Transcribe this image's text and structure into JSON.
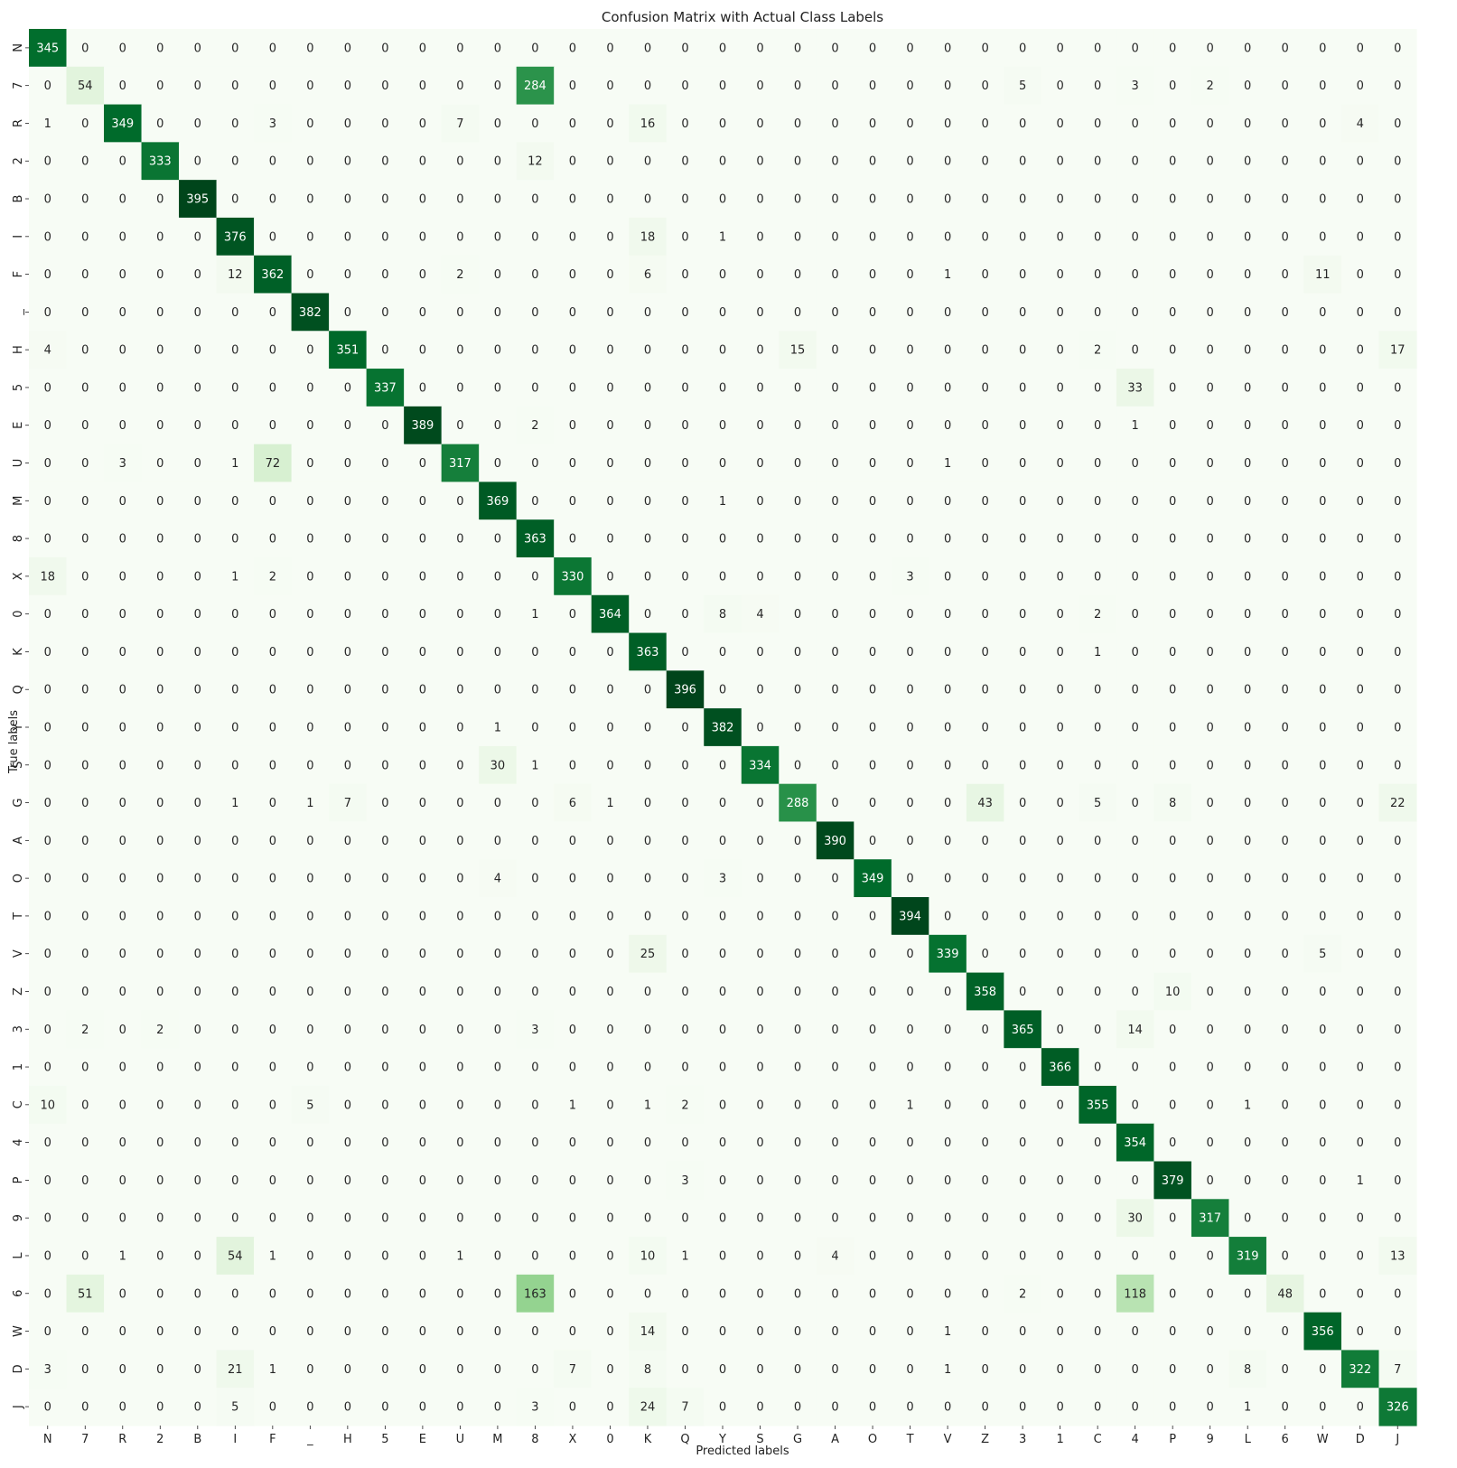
{
  "chart_data": {
    "type": "heatmap",
    "title": "Confusion Matrix with Actual Class Labels",
    "xlabel": "Predicted labels",
    "ylabel": "True labels",
    "colormap": "Greens",
    "color_low": "#f7fcf5",
    "color_high": "#00441b",
    "vmin": 0,
    "vmax": 396,
    "colorbar": false,
    "row_labels": [
      "N",
      "7",
      "R",
      "2",
      "B",
      "I",
      "F",
      "_",
      "H",
      "5",
      "E",
      "U",
      "M",
      "8",
      "X",
      "0",
      "K",
      "Q",
      "Y",
      "S",
      "G",
      "A",
      "O",
      "T",
      "V",
      "Z",
      "3",
      "1",
      "C",
      "4",
      "P",
      "9",
      "L",
      "6",
      "W",
      "D",
      "J"
    ],
    "col_labels": [
      "N",
      "7",
      "R",
      "2",
      "B",
      "I",
      "F",
      "_",
      "H",
      "5",
      "E",
      "U",
      "M",
      "8",
      "X",
      "0",
      "K",
      "Q",
      "Y",
      "S",
      "G",
      "A",
      "O",
      "T",
      "V",
      "Z",
      "3",
      "1",
      "C",
      "4",
      "P",
      "9",
      "L",
      "6",
      "W",
      "D",
      "J"
    ],
    "values": [
      [
        345,
        0,
        0,
        0,
        0,
        0,
        0,
        0,
        0,
        0,
        0,
        0,
        0,
        0,
        0,
        0,
        0,
        0,
        0,
        0,
        0,
        0,
        0,
        0,
        0,
        0,
        0,
        0,
        0,
        0,
        0,
        0,
        0,
        0,
        0,
        0,
        0
      ],
      [
        0,
        54,
        0,
        0,
        0,
        0,
        0,
        0,
        0,
        0,
        0,
        0,
        0,
        284,
        0,
        0,
        0,
        0,
        0,
        0,
        0,
        0,
        0,
        0,
        0,
        0,
        5,
        0,
        0,
        3,
        0,
        2,
        0,
        0,
        0,
        0,
        0
      ],
      [
        1,
        0,
        349,
        0,
        0,
        0,
        3,
        0,
        0,
        0,
        0,
        7,
        0,
        0,
        0,
        0,
        16,
        0,
        0,
        0,
        0,
        0,
        0,
        0,
        0,
        0,
        0,
        0,
        0,
        0,
        0,
        0,
        0,
        0,
        0,
        4,
        0
      ],
      [
        0,
        0,
        0,
        333,
        0,
        0,
        0,
        0,
        0,
        0,
        0,
        0,
        0,
        12,
        0,
        0,
        0,
        0,
        0,
        0,
        0,
        0,
        0,
        0,
        0,
        0,
        0,
        0,
        0,
        0,
        0,
        0,
        0,
        0,
        0,
        0,
        0
      ],
      [
        0,
        0,
        0,
        0,
        395,
        0,
        0,
        0,
        0,
        0,
        0,
        0,
        0,
        0,
        0,
        0,
        0,
        0,
        0,
        0,
        0,
        0,
        0,
        0,
        0,
        0,
        0,
        0,
        0,
        0,
        0,
        0,
        0,
        0,
        0,
        0,
        0
      ],
      [
        0,
        0,
        0,
        0,
        0,
        376,
        0,
        0,
        0,
        0,
        0,
        0,
        0,
        0,
        0,
        0,
        18,
        0,
        1,
        0,
        0,
        0,
        0,
        0,
        0,
        0,
        0,
        0,
        0,
        0,
        0,
        0,
        0,
        0,
        0,
        0,
        0
      ],
      [
        0,
        0,
        0,
        0,
        0,
        12,
        362,
        0,
        0,
        0,
        0,
        2,
        0,
        0,
        0,
        0,
        6,
        0,
        0,
        0,
        0,
        0,
        0,
        0,
        1,
        0,
        0,
        0,
        0,
        0,
        0,
        0,
        0,
        0,
        11,
        0,
        0
      ],
      [
        0,
        0,
        0,
        0,
        0,
        0,
        0,
        382,
        0,
        0,
        0,
        0,
        0,
        0,
        0,
        0,
        0,
        0,
        0,
        0,
        0,
        0,
        0,
        0,
        0,
        0,
        0,
        0,
        0,
        0,
        0,
        0,
        0,
        0,
        0,
        0,
        0
      ],
      [
        4,
        0,
        0,
        0,
        0,
        0,
        0,
        0,
        351,
        0,
        0,
        0,
        0,
        0,
        0,
        0,
        0,
        0,
        0,
        0,
        15,
        0,
        0,
        0,
        0,
        0,
        0,
        0,
        2,
        0,
        0,
        0,
        0,
        0,
        0,
        0,
        17
      ],
      [
        0,
        0,
        0,
        0,
        0,
        0,
        0,
        0,
        0,
        337,
        0,
        0,
        0,
        0,
        0,
        0,
        0,
        0,
        0,
        0,
        0,
        0,
        0,
        0,
        0,
        0,
        0,
        0,
        0,
        33,
        0,
        0,
        0,
        0,
        0,
        0,
        0
      ],
      [
        0,
        0,
        0,
        0,
        0,
        0,
        0,
        0,
        0,
        0,
        389,
        0,
        0,
        2,
        0,
        0,
        0,
        0,
        0,
        0,
        0,
        0,
        0,
        0,
        0,
        0,
        0,
        0,
        0,
        1,
        0,
        0,
        0,
        0,
        0,
        0,
        0
      ],
      [
        0,
        0,
        3,
        0,
        0,
        1,
        72,
        0,
        0,
        0,
        0,
        317,
        0,
        0,
        0,
        0,
        0,
        0,
        0,
        0,
        0,
        0,
        0,
        0,
        1,
        0,
        0,
        0,
        0,
        0,
        0,
        0,
        0,
        0,
        0,
        0,
        0
      ],
      [
        0,
        0,
        0,
        0,
        0,
        0,
        0,
        0,
        0,
        0,
        0,
        0,
        369,
        0,
        0,
        0,
        0,
        0,
        1,
        0,
        0,
        0,
        0,
        0,
        0,
        0,
        0,
        0,
        0,
        0,
        0,
        0,
        0,
        0,
        0,
        0,
        0
      ],
      [
        0,
        0,
        0,
        0,
        0,
        0,
        0,
        0,
        0,
        0,
        0,
        0,
        0,
        363,
        0,
        0,
        0,
        0,
        0,
        0,
        0,
        0,
        0,
        0,
        0,
        0,
        0,
        0,
        0,
        0,
        0,
        0,
        0,
        0,
        0,
        0,
        0
      ],
      [
        18,
        0,
        0,
        0,
        0,
        1,
        2,
        0,
        0,
        0,
        0,
        0,
        0,
        0,
        330,
        0,
        0,
        0,
        0,
        0,
        0,
        0,
        0,
        3,
        0,
        0,
        0,
        0,
        0,
        0,
        0,
        0,
        0,
        0,
        0,
        0,
        0
      ],
      [
        0,
        0,
        0,
        0,
        0,
        0,
        0,
        0,
        0,
        0,
        0,
        0,
        0,
        1,
        0,
        364,
        0,
        0,
        8,
        4,
        0,
        0,
        0,
        0,
        0,
        0,
        0,
        0,
        2,
        0,
        0,
        0,
        0,
        0,
        0,
        0,
        0
      ],
      [
        0,
        0,
        0,
        0,
        0,
        0,
        0,
        0,
        0,
        0,
        0,
        0,
        0,
        0,
        0,
        0,
        363,
        0,
        0,
        0,
        0,
        0,
        0,
        0,
        0,
        0,
        0,
        0,
        1,
        0,
        0,
        0,
        0,
        0,
        0,
        0,
        0
      ],
      [
        0,
        0,
        0,
        0,
        0,
        0,
        0,
        0,
        0,
        0,
        0,
        0,
        0,
        0,
        0,
        0,
        0,
        396,
        0,
        0,
        0,
        0,
        0,
        0,
        0,
        0,
        0,
        0,
        0,
        0,
        0,
        0,
        0,
        0,
        0,
        0,
        0
      ],
      [
        0,
        0,
        0,
        0,
        0,
        0,
        0,
        0,
        0,
        0,
        0,
        0,
        1,
        0,
        0,
        0,
        0,
        0,
        382,
        0,
        0,
        0,
        0,
        0,
        0,
        0,
        0,
        0,
        0,
        0,
        0,
        0,
        0,
        0,
        0,
        0,
        0
      ],
      [
        0,
        0,
        0,
        0,
        0,
        0,
        0,
        0,
        0,
        0,
        0,
        0,
        30,
        1,
        0,
        0,
        0,
        0,
        0,
        334,
        0,
        0,
        0,
        0,
        0,
        0,
        0,
        0,
        0,
        0,
        0,
        0,
        0,
        0,
        0,
        0,
        0
      ],
      [
        0,
        0,
        0,
        0,
        0,
        1,
        0,
        1,
        7,
        0,
        0,
        0,
        0,
        0,
        6,
        1,
        0,
        0,
        0,
        0,
        288,
        0,
        0,
        0,
        0,
        43,
        0,
        0,
        5,
        0,
        8,
        0,
        0,
        0,
        0,
        0,
        22
      ],
      [
        0,
        0,
        0,
        0,
        0,
        0,
        0,
        0,
        0,
        0,
        0,
        0,
        0,
        0,
        0,
        0,
        0,
        0,
        0,
        0,
        0,
        390,
        0,
        0,
        0,
        0,
        0,
        0,
        0,
        0,
        0,
        0,
        0,
        0,
        0,
        0,
        0
      ],
      [
        0,
        0,
        0,
        0,
        0,
        0,
        0,
        0,
        0,
        0,
        0,
        0,
        4,
        0,
        0,
        0,
        0,
        0,
        3,
        0,
        0,
        0,
        349,
        0,
        0,
        0,
        0,
        0,
        0,
        0,
        0,
        0,
        0,
        0,
        0,
        0,
        0
      ],
      [
        0,
        0,
        0,
        0,
        0,
        0,
        0,
        0,
        0,
        0,
        0,
        0,
        0,
        0,
        0,
        0,
        0,
        0,
        0,
        0,
        0,
        0,
        0,
        394,
        0,
        0,
        0,
        0,
        0,
        0,
        0,
        0,
        0,
        0,
        0,
        0,
        0
      ],
      [
        0,
        0,
        0,
        0,
        0,
        0,
        0,
        0,
        0,
        0,
        0,
        0,
        0,
        0,
        0,
        0,
        25,
        0,
        0,
        0,
        0,
        0,
        0,
        0,
        339,
        0,
        0,
        0,
        0,
        0,
        0,
        0,
        0,
        0,
        5,
        0,
        0
      ],
      [
        0,
        0,
        0,
        0,
        0,
        0,
        0,
        0,
        0,
        0,
        0,
        0,
        0,
        0,
        0,
        0,
        0,
        0,
        0,
        0,
        0,
        0,
        0,
        0,
        0,
        358,
        0,
        0,
        0,
        0,
        10,
        0,
        0,
        0,
        0,
        0,
        0
      ],
      [
        0,
        2,
        0,
        2,
        0,
        0,
        0,
        0,
        0,
        0,
        0,
        0,
        0,
        3,
        0,
        0,
        0,
        0,
        0,
        0,
        0,
        0,
        0,
        0,
        0,
        0,
        365,
        0,
        0,
        14,
        0,
        0,
        0,
        0,
        0,
        0,
        0
      ],
      [
        0,
        0,
        0,
        0,
        0,
        0,
        0,
        0,
        0,
        0,
        0,
        0,
        0,
        0,
        0,
        0,
        0,
        0,
        0,
        0,
        0,
        0,
        0,
        0,
        0,
        0,
        0,
        366,
        0,
        0,
        0,
        0,
        0,
        0,
        0,
        0,
        0
      ],
      [
        10,
        0,
        0,
        0,
        0,
        0,
        0,
        5,
        0,
        0,
        0,
        0,
        0,
        0,
        1,
        0,
        1,
        2,
        0,
        0,
        0,
        0,
        0,
        1,
        0,
        0,
        0,
        0,
        355,
        0,
        0,
        0,
        1,
        0,
        0,
        0,
        0
      ],
      [
        0,
        0,
        0,
        0,
        0,
        0,
        0,
        0,
        0,
        0,
        0,
        0,
        0,
        0,
        0,
        0,
        0,
        0,
        0,
        0,
        0,
        0,
        0,
        0,
        0,
        0,
        0,
        0,
        0,
        354,
        0,
        0,
        0,
        0,
        0,
        0,
        0
      ],
      [
        0,
        0,
        0,
        0,
        0,
        0,
        0,
        0,
        0,
        0,
        0,
        0,
        0,
        0,
        0,
        0,
        0,
        3,
        0,
        0,
        0,
        0,
        0,
        0,
        0,
        0,
        0,
        0,
        0,
        0,
        379,
        0,
        0,
        0,
        0,
        1,
        0
      ],
      [
        0,
        0,
        0,
        0,
        0,
        0,
        0,
        0,
        0,
        0,
        0,
        0,
        0,
        0,
        0,
        0,
        0,
        0,
        0,
        0,
        0,
        0,
        0,
        0,
        0,
        0,
        0,
        0,
        0,
        30,
        0,
        317,
        0,
        0,
        0,
        0,
        0
      ],
      [
        0,
        0,
        1,
        0,
        0,
        54,
        1,
        0,
        0,
        0,
        0,
        1,
        0,
        0,
        0,
        0,
        10,
        1,
        0,
        0,
        0,
        4,
        0,
        0,
        0,
        0,
        0,
        0,
        0,
        0,
        0,
        0,
        319,
        0,
        0,
        0,
        13
      ],
      [
        0,
        51,
        0,
        0,
        0,
        0,
        0,
        0,
        0,
        0,
        0,
        0,
        0,
        163,
        0,
        0,
        0,
        0,
        0,
        0,
        0,
        0,
        0,
        0,
        0,
        0,
        2,
        0,
        0,
        118,
        0,
        0,
        0,
        48,
        0,
        0,
        0
      ],
      [
        0,
        0,
        0,
        0,
        0,
        0,
        0,
        0,
        0,
        0,
        0,
        0,
        0,
        0,
        0,
        0,
        14,
        0,
        0,
        0,
        0,
        0,
        0,
        0,
        1,
        0,
        0,
        0,
        0,
        0,
        0,
        0,
        0,
        0,
        356,
        0,
        0
      ],
      [
        3,
        0,
        0,
        0,
        0,
        21,
        1,
        0,
        0,
        0,
        0,
        0,
        0,
        0,
        7,
        0,
        8,
        0,
        0,
        0,
        0,
        0,
        0,
        0,
        1,
        0,
        0,
        0,
        0,
        0,
        0,
        0,
        8,
        0,
        0,
        322,
        7
      ],
      [
        0,
        0,
        0,
        0,
        0,
        5,
        0,
        0,
        0,
        0,
        0,
        0,
        0,
        3,
        0,
        0,
        24,
        7,
        0,
        0,
        0,
        0,
        0,
        0,
        0,
        0,
        0,
        0,
        0,
        0,
        0,
        0,
        1,
        0,
        0,
        0,
        326
      ]
    ]
  }
}
